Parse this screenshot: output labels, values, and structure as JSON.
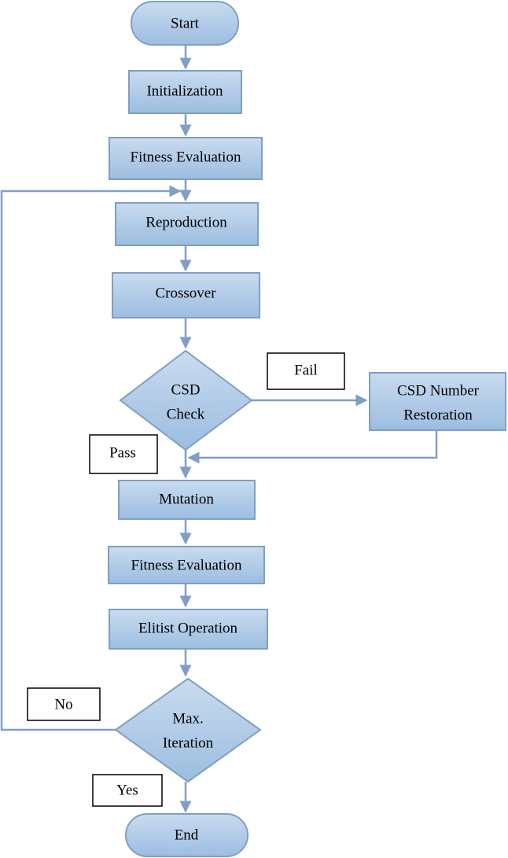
{
  "nodes": {
    "start": "Start",
    "initialization": "Initialization",
    "fitness_evaluation_1": "Fitness Evaluation",
    "reproduction": "Reproduction",
    "crossover": "Crossover",
    "csd_check": [
      "CSD",
      "Check"
    ],
    "csd_restoration": [
      "CSD Number",
      "Restoration"
    ],
    "mutation": "Mutation",
    "fitness_evaluation_2": "Fitness Evaluation",
    "elitist_operation": "Elitist Operation",
    "max_iteration": [
      "Max.",
      "Iteration"
    ],
    "end": "End"
  },
  "edge_labels": {
    "fail": "Fail",
    "pass": "Pass",
    "no": "No",
    "yes": "Yes"
  },
  "colors": {
    "node_fill_top": "#c9dbef",
    "node_fill_bottom": "#9cbde0",
    "stroke": "#7f9fc4"
  }
}
